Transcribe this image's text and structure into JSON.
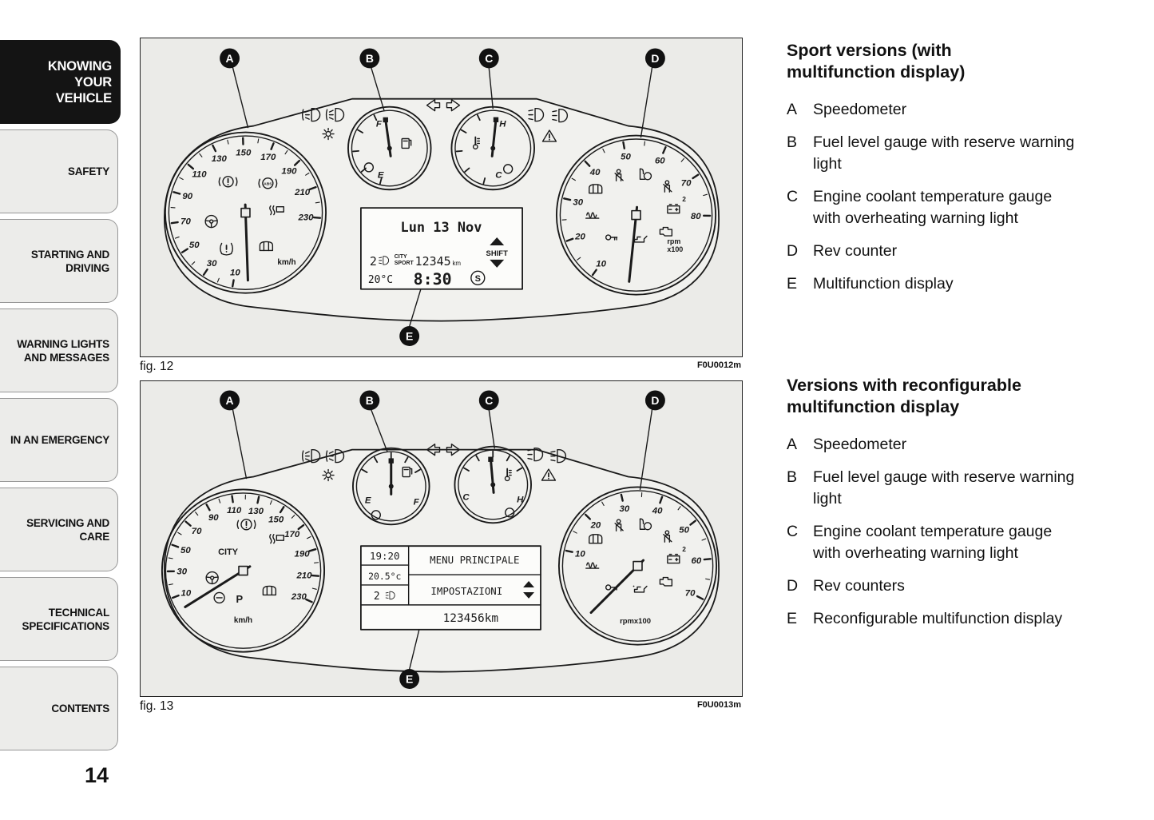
{
  "page_number": "14",
  "sidebar": {
    "tabs": [
      {
        "label": "KNOWING YOUR VEHICLE",
        "active": true
      },
      {
        "label": "SAFETY"
      },
      {
        "label": "STARTING AND DRIVING"
      },
      {
        "label": "WARNING LIGHTS AND MESSAGES"
      },
      {
        "label": "IN AN EMERGENCY"
      },
      {
        "label": "SERVICING AND CARE"
      },
      {
        "label": "TECHNICAL SPECIFICATIONS"
      },
      {
        "label": "CONTENTS"
      }
    ]
  },
  "fig12": {
    "caption": "fig. 12",
    "code": "F0U0012m",
    "callouts": [
      "A",
      "B",
      "C",
      "D",
      "E"
    ],
    "indicator_icons": [
      "front-fog-light",
      "rear-fog-light",
      "instrument-illumination",
      "left-turn-signal",
      "right-turn-signal",
      "side-lights",
      "low-beam",
      "hazard-warning"
    ],
    "speedo": {
      "labels": [
        "10",
        "30",
        "50",
        "70",
        "90",
        "110",
        "130",
        "150",
        "170",
        "190",
        "210",
        "230"
      ],
      "unit": "km/h",
      "warning_icons": [
        "brake",
        "abs",
        "power-steering",
        "esc",
        "tyre-pressure",
        "doors-open"
      ]
    },
    "rev": {
      "labels": [
        "10",
        "20",
        "30",
        "40",
        "50",
        "60",
        "70",
        "80"
      ],
      "unit": "rpm",
      "unit2": "x100",
      "battery_badge": "2",
      "warning_icons": [
        "doors-open",
        "seatbelt",
        "airbag",
        "side-airbag",
        "battery",
        "glow-plug",
        "immobilizer",
        "oil-pressure",
        "engine-check"
      ]
    },
    "fuel": {
      "top": "F",
      "bottom": "E"
    },
    "temp": {
      "top": "H",
      "bottom": "C"
    },
    "display": {
      "date": "Lun 13 Nov",
      "gear": "2",
      "mode_top": "CITY",
      "mode_bottom": "SPORT",
      "odometer": "12345",
      "odo_unit": "km",
      "shift_label": "SHIFT",
      "outside_temp": "20°C",
      "time": "8:30",
      "s_badge": "S"
    }
  },
  "fig13": {
    "caption": "fig. 13",
    "code": "F0U0013m",
    "callouts": [
      "A",
      "B",
      "C",
      "D",
      "E"
    ],
    "indicator_icons": [
      "front-fog-light",
      "rear-fog-light",
      "instrument-illumination",
      "left-turn-signal",
      "right-turn-signal",
      "side-lights",
      "low-beam",
      "hazard-warning"
    ],
    "speedo": {
      "labels": [
        "10",
        "30",
        "50",
        "70",
        "90",
        "110",
        "130",
        "150",
        "170",
        "190",
        "210",
        "230"
      ],
      "unit": "km/h",
      "mode": "CITY",
      "p_label": "P",
      "warning_icons": [
        "brake",
        "esc",
        "power-steering",
        "economy",
        "parking-brake",
        "doors-open"
      ]
    },
    "rev": {
      "labels": [
        "10",
        "20",
        "30",
        "40",
        "50",
        "60",
        "70"
      ],
      "unit": "rpmx100",
      "battery_badge": "2",
      "warning_icons": [
        "doors-open",
        "seatbelt",
        "airbag",
        "side-airbag",
        "battery",
        "glow-plug",
        "immobilizer",
        "oil-pressure",
        "engine-check"
      ]
    },
    "fuel": {
      "left": "E",
      "right": "F"
    },
    "temp": {
      "left": "C",
      "right": "H"
    },
    "display": {
      "time": "19:20",
      "outside_temp": "20.5°c",
      "gear": "2",
      "menu_title": "MENU PRINCIPALE",
      "menu_item": "IMPOSTAZIONI",
      "odometer": "123456km"
    }
  },
  "right": {
    "section1": {
      "title": "Sport versions (with multifunction display)",
      "items": [
        {
          "key": "A",
          "text": "Speedometer"
        },
        {
          "key": "B",
          "text": "Fuel level gauge with reserve warning light"
        },
        {
          "key": "C",
          "text": "Engine coolant temperature gauge with overheating warning light"
        },
        {
          "key": "D",
          "text": "Rev counter"
        },
        {
          "key": "E",
          "text": "Multifunction display"
        }
      ]
    },
    "section2": {
      "title": "Versions with reconfigurable multifunction display",
      "items": [
        {
          "key": "A",
          "text": "Speedometer"
        },
        {
          "key": "B",
          "text": "Fuel level gauge with reserve warning light"
        },
        {
          "key": "C",
          "text": "Engine coolant temperature gauge with overheating warning light"
        },
        {
          "key": "D",
          "text": "Rev counters"
        },
        {
          "key": "E",
          "text": "Reconfigurable multifunction dis­play"
        }
      ]
    }
  }
}
